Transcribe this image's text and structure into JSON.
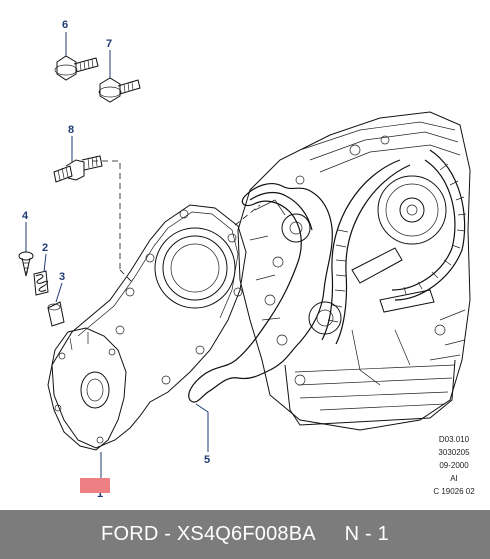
{
  "callouts": [
    {
      "id": "6",
      "text": "6"
    },
    {
      "id": "7",
      "text": "7"
    },
    {
      "id": "8",
      "text": "8"
    },
    {
      "id": "4",
      "text": "4"
    },
    {
      "id": "2",
      "text": "2"
    },
    {
      "id": "3",
      "text": "3"
    },
    {
      "id": "5",
      "text": "5"
    },
    {
      "id": "1",
      "text": "1"
    }
  ],
  "reference": {
    "line1": "D03.010",
    "line2": "3030205",
    "line3": "09-2000",
    "line4": "AI",
    "line5": "C 19026 02"
  },
  "highlight_color": "#ee7f82",
  "footer": {
    "brand": "FORD",
    "separator": " - ",
    "part_number": "XS4Q6F008BA",
    "quantity": "N - 1"
  }
}
